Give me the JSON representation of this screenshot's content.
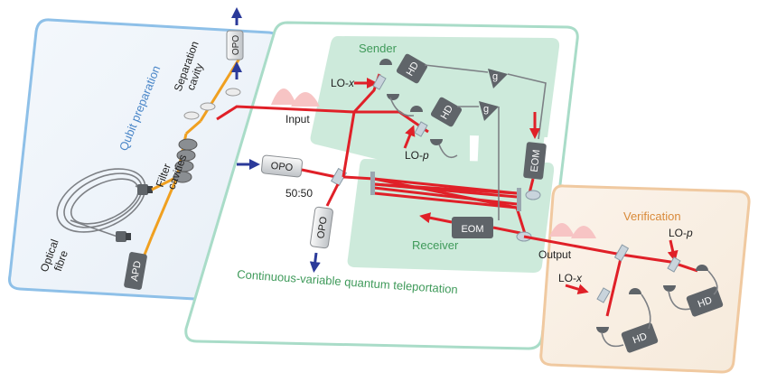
{
  "sections": {
    "qubit": {
      "title": "Qubit preparation",
      "color": "#4a86c8"
    },
    "cv": {
      "title": "Continuous-variable quantum teleportation",
      "color": "#3f9a5a"
    },
    "sender": {
      "title": "Sender",
      "color": "#3f9a5a"
    },
    "receiver": {
      "title": "Receiver",
      "color": "#3f9a5a"
    },
    "verification": {
      "title": "Verification",
      "color": "#d98a3a"
    }
  },
  "labels": {
    "separation_cavity": [
      "Separation",
      "cavity"
    ],
    "filter_cavities": [
      "Filter",
      "cavities"
    ],
    "optical_fibre": [
      "Optical",
      "fibre"
    ],
    "input": "Input",
    "output": "Output",
    "beam_splitter": "50:50",
    "lo_x_sender": {
      "base": "LO-",
      "var": "x"
    },
    "lo_p_sender": {
      "base": "LO-",
      "var": "p"
    },
    "lo_x_verif": {
      "base": "LO-",
      "var": "x"
    },
    "lo_p_verif": {
      "base": "LO-",
      "var": "p"
    },
    "gain_1": "g",
    "gain_2": "g"
  },
  "devices": {
    "opo_qubit": "OPO",
    "opo_main": "OPO",
    "opo_bottom": "OPO",
    "apd": "APD",
    "hd_sender_1": "HD",
    "hd_sender_2": "HD",
    "hd_verif_1": "HD",
    "hd_verif_2": "HD",
    "eom_right": "EOM",
    "eom_receiver": "EOM"
  },
  "colors": {
    "laser": "#e02028",
    "orange_beam": "#f0a020",
    "pump": "#2b3a9a",
    "device": "#5f6469",
    "cable": "#7d8085",
    "teal_panel": "#cdeadb",
    "teal_border": "#9fd8c0"
  }
}
